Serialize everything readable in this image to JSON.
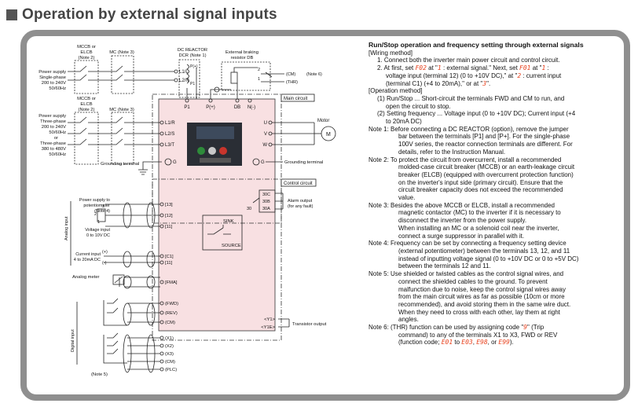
{
  "header": {
    "title": "Operation by external signal inputs"
  },
  "diagram": {
    "power_1": [
      "Power supply",
      "Single-phase",
      "200 to 240V",
      "50/60Hz"
    ],
    "power_2": [
      "Power supply",
      "Three-phase",
      "200 to 240V",
      "50/60Hz",
      "or",
      "Three-phase",
      "380 to 480V",
      "50/60Hz"
    ],
    "mccb_1": [
      "MCCB or",
      "ELCB",
      "(Note 2)"
    ],
    "mccb_2": [
      "MCCB or",
      "ELCB",
      "(Note 2)"
    ],
    "mc_1": "MC (Note 3)",
    "mc_2": "MC (Note 3)",
    "dc_reactor": [
      "DC REACTOR",
      "DCR (Note 1)"
    ],
    "braking": [
      "External braking",
      "resistor DB"
    ],
    "terminals_top": {
      "l1l": "L1/L",
      "l2n": "L2/N",
      "p1_in": "P1",
      "pplus_in": "P(+)",
      "p1": "P1",
      "pplus": "P(+)",
      "db": "DB",
      "nminus": "N(-)"
    },
    "relay": {
      "t2": "2",
      "t1": "1",
      "cm": "(CM)",
      "thr": "(THR)",
      "note6": "(Note 6)"
    },
    "main_terms": [
      "L1/R",
      "L2/S",
      "L3/T"
    ],
    "out_terms": [
      "U",
      "V",
      "W"
    ],
    "motor": "Motor",
    "m": "M",
    "main_circuit": "Main circuit",
    "ground_left": "Grounding terminal",
    "ground_right": "Grounding terminal",
    "g1": "G",
    "g2": "G",
    "control_circuit": "Control circuit",
    "alarm": {
      "c30": "30C",
      "b30": "30B",
      "a30": "30A",
      "n30": "30",
      "label": [
        "Alarm output",
        "(for any fault)"
      ]
    },
    "sink": "SINK",
    "source": "SOURCE",
    "pot_label": [
      "Power supply to",
      "potentiometer",
      "(Note 4)"
    ],
    "pot_nums": [
      "3",
      "2",
      "1"
    ],
    "volt_label": [
      "Voltage input",
      "0 to 10V DC"
    ],
    "curr_label": [
      "Current input",
      "4 to 20mA DC"
    ],
    "plus": "(+)",
    "minus": "(-)",
    "analog_input": "Analog input",
    "analog_meter": "Analog meter",
    "digital_input": "Digital input",
    "note5": "(Note 5)",
    "ctrl_terms": [
      "[13]",
      "[12]",
      "[11]",
      "[C1]",
      "[11]",
      "[FMA]",
      "(FWD)",
      "(REV)",
      "(CM)",
      "(X1)",
      "(X2)",
      "(X3)",
      "(CM)",
      "(PLC)"
    ],
    "transistor": {
      "y1": "<Y1>",
      "y1e": "<Y1E>",
      "label": "Transistor output"
    }
  },
  "notes": {
    "title": "Run/Stop operation and frequency setting through external signals",
    "wiring_method": "[Wiring method]",
    "w1": "1. Connect both the inverter main power circuit and control circuit.",
    "w2": {
      "a": "2. At first, set ",
      "c1": "F02",
      "b": " at \"",
      "v1": "1",
      "c": " : external signal.\" Next, set ",
      "c2": "F01",
      "d": " at \"",
      "v2": "1",
      "e": " :"
    },
    "w2b": {
      "a": "voltage input (terminal 12) (0 to +10V DC),\" at \"",
      "v": "2",
      "b": " : current input"
    },
    "w2c": {
      "a": "(terminal C1) (+4 to 20mA),\" or at \"",
      "v": "3",
      "b": "\"."
    },
    "operation_method": "[Operation method]",
    "op1": [
      "(1) Run/Stop ... Short-circuit the terminals FWD and CM to run, and",
      "open the circuit to stop."
    ],
    "op2": [
      "(2) Setting frequency ... Voltage input (0 to +10V DC); Current input (+4",
      "to 20mA DC)"
    ],
    "note1": [
      "Note 1: Before connecting a DC REACTOR (option), remove the jumper",
      "bar between the terminals [P1] and [P+]. For the single-phase",
      "100V series, the reactor connection terminals are different. For",
      "details, refer to the Instruction Manual."
    ],
    "note2": [
      "Note 2: To protect the circuit from overcurrent, install a recommended",
      "molded-case circuit breaker (MCCB) or an earth-leakage circuit",
      "breaker (ELCB) (equipped with overcurrent protection function)",
      "on the inverter's input side (primary circuit). Ensure that the",
      "circuit breaker capacity does not exceed the recommended",
      "value."
    ],
    "note3": [
      "Note 3: Besides the above MCCB or ELCB, install a recommended",
      "magnetic contactor (MC) to the inverter if it is necessary to",
      "disconnect the inverter from the power supply.",
      "When installing an MC or a solenoid coil near the inverter,",
      "connect a surge suppressor in parallel with it."
    ],
    "note4": [
      "Note 4: Frequency can be set by connecting a frequency setting device",
      "(external potentiometer) between the terminals 13, 12, and 11",
      "instead of inputting voltage signal (0 to +10V DC or 0 to +5V DC)",
      "between the terminals 12 and 11."
    ],
    "note5": [
      "Note 5: Use shielded or twisted cables as the control signal wires, and",
      "connect the shielded cables to the ground. To prevent",
      "malfunction due to noise, keep the control signal wires away",
      "from the main circuit wires as far as possible (10cm or more",
      "recommended), and avoid storing them in the same wire duct.",
      "When they need to cross with each other, lay them at right",
      "angles."
    ],
    "note6": {
      "a": "Note 6: (THR) function can be used by assigning code \"",
      "v": "9",
      "b": "\" (Trip",
      "l2": "command) to any of the terminals X1 to X3, FWD or REV",
      "l3a": "(function code; ",
      "c1": "E01",
      "l3b": " to ",
      "c2": "E03",
      "l3c": ", ",
      "c3": "E98",
      "l3d": ", or ",
      "c4": "E99",
      "l3e": ")."
    }
  }
}
